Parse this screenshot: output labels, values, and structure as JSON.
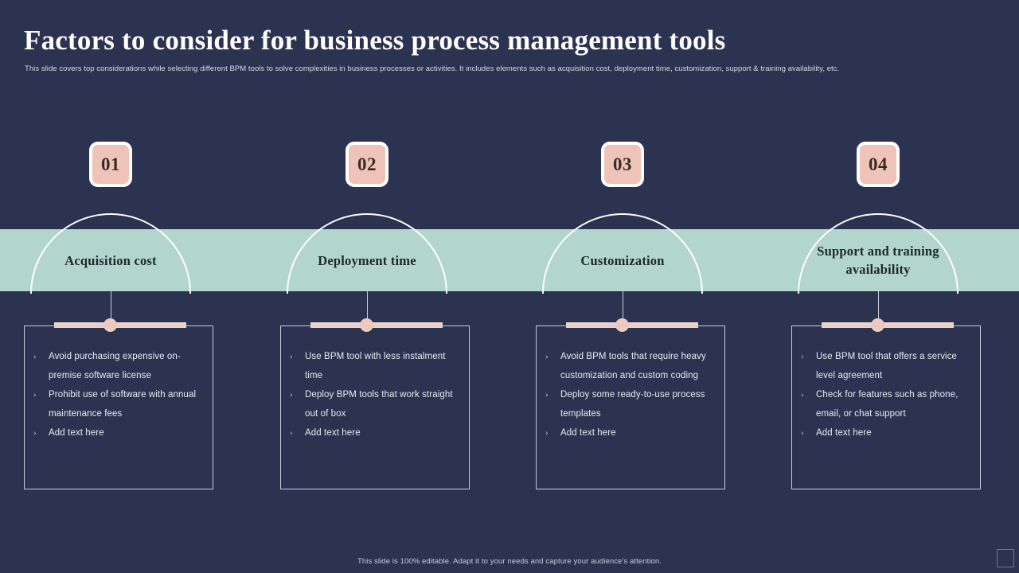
{
  "header": {
    "title": "Factors to consider for business process management tools",
    "subtitle": "This slide covers top considerations while selecting different BPM tools to solve complexities in business processes or activities. It includes elements  such as acquisition cost, deployment  time,  customization, support & training  availability, etc."
  },
  "colors": {
    "background": "#2b3350",
    "band": "#b2d5cd",
    "badge_fill": "#eec4b8",
    "badge_border": "#ffffff",
    "accent_pink": "#eed4cb",
    "text_light": "#e9ebf1",
    "arch_stroke": "#ffffff",
    "label_dark": "#1b2a2a"
  },
  "bullet_glyph": "›",
  "columns": [
    {
      "number": "01",
      "title": "Acquisition cost",
      "bullets": [
        "Avoid  purchasing  expensive  on-premise  software  license",
        "Prohibit  use of software  with annual  maintenance  fees",
        "Add text here"
      ]
    },
    {
      "number": "02",
      "title": "Deployment time",
      "bullets": [
        "Use BPM tool with less  instalment time",
        "Deploy BPM tools that work straight  out of box",
        "Add text here"
      ]
    },
    {
      "number": "03",
      "title": "Customization",
      "bullets": [
        "Avoid  BPM tools that require heavy  customization and custom coding",
        "Deploy  some ready-to-use process templates",
        "Add text here"
      ]
    },
    {
      "number": "04",
      "title": "Support and training availability",
      "bullets": [
        "Use BPM tool that offers  a service  level  agreement",
        "Check for features  such as phone,  email, or chat support",
        "Add text here"
      ]
    }
  ],
  "footer": {
    "note": "This slide is 100% editable.  Adapt it to your needs and capture your audience's attention."
  }
}
